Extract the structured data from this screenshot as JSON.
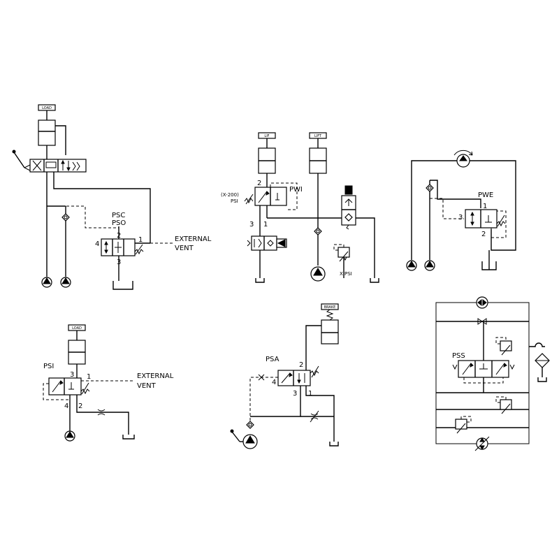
{
  "circuits": {
    "psc": {
      "tag": "LOAD",
      "name_a": "PSC",
      "name_b": "PSO",
      "port_2": "2",
      "port_1": "1",
      "port_4": "4",
      "port_3": "3",
      "vent_a": "EXTERNAL",
      "vent_b": "VENT"
    },
    "pwi": {
      "tag_left": "LIF",
      "tag_right": "LIFT",
      "name": "PWI",
      "setting_a": "(X-200)",
      "setting_b": "PSI",
      "port_2": "2",
      "port_3": "3",
      "port_1": "1",
      "relief": "X PSI"
    },
    "pwe": {
      "name": "PWE",
      "port_1": "1",
      "port_3": "3",
      "port_2": "2"
    },
    "psi": {
      "tag": "LOAD",
      "name": "PSI",
      "port_3": "3",
      "port_1": "1",
      "port_4": "4",
      "port_2": "2",
      "vent_a": "EXTERNAL",
      "vent_b": "VENT"
    },
    "psa": {
      "tag": "BRAKE",
      "name": "PSA",
      "port_2": "2",
      "port_4": "4",
      "port_3": "3",
      "port_1": "1"
    },
    "pss": {
      "name": "PSS"
    }
  }
}
